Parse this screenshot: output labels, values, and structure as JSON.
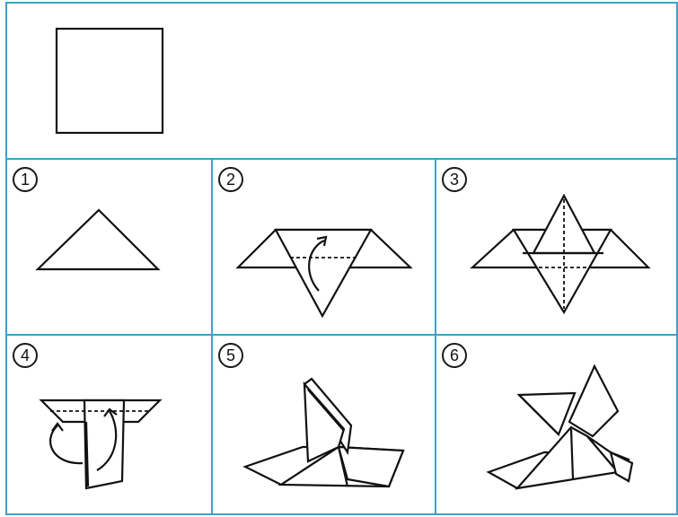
{
  "steps": [
    {
      "number": "1",
      "label_name": "step-1"
    },
    {
      "number": "2",
      "label_name": "step-2"
    },
    {
      "number": "3",
      "label_name": "step-3"
    },
    {
      "number": "4",
      "label_name": "step-4"
    },
    {
      "number": "5",
      "label_name": "step-5"
    },
    {
      "number": "6",
      "label_name": "step-6"
    }
  ],
  "colors": {
    "border": "#3fa0c6",
    "ink": "#111111",
    "paper": "#ffffff"
  }
}
